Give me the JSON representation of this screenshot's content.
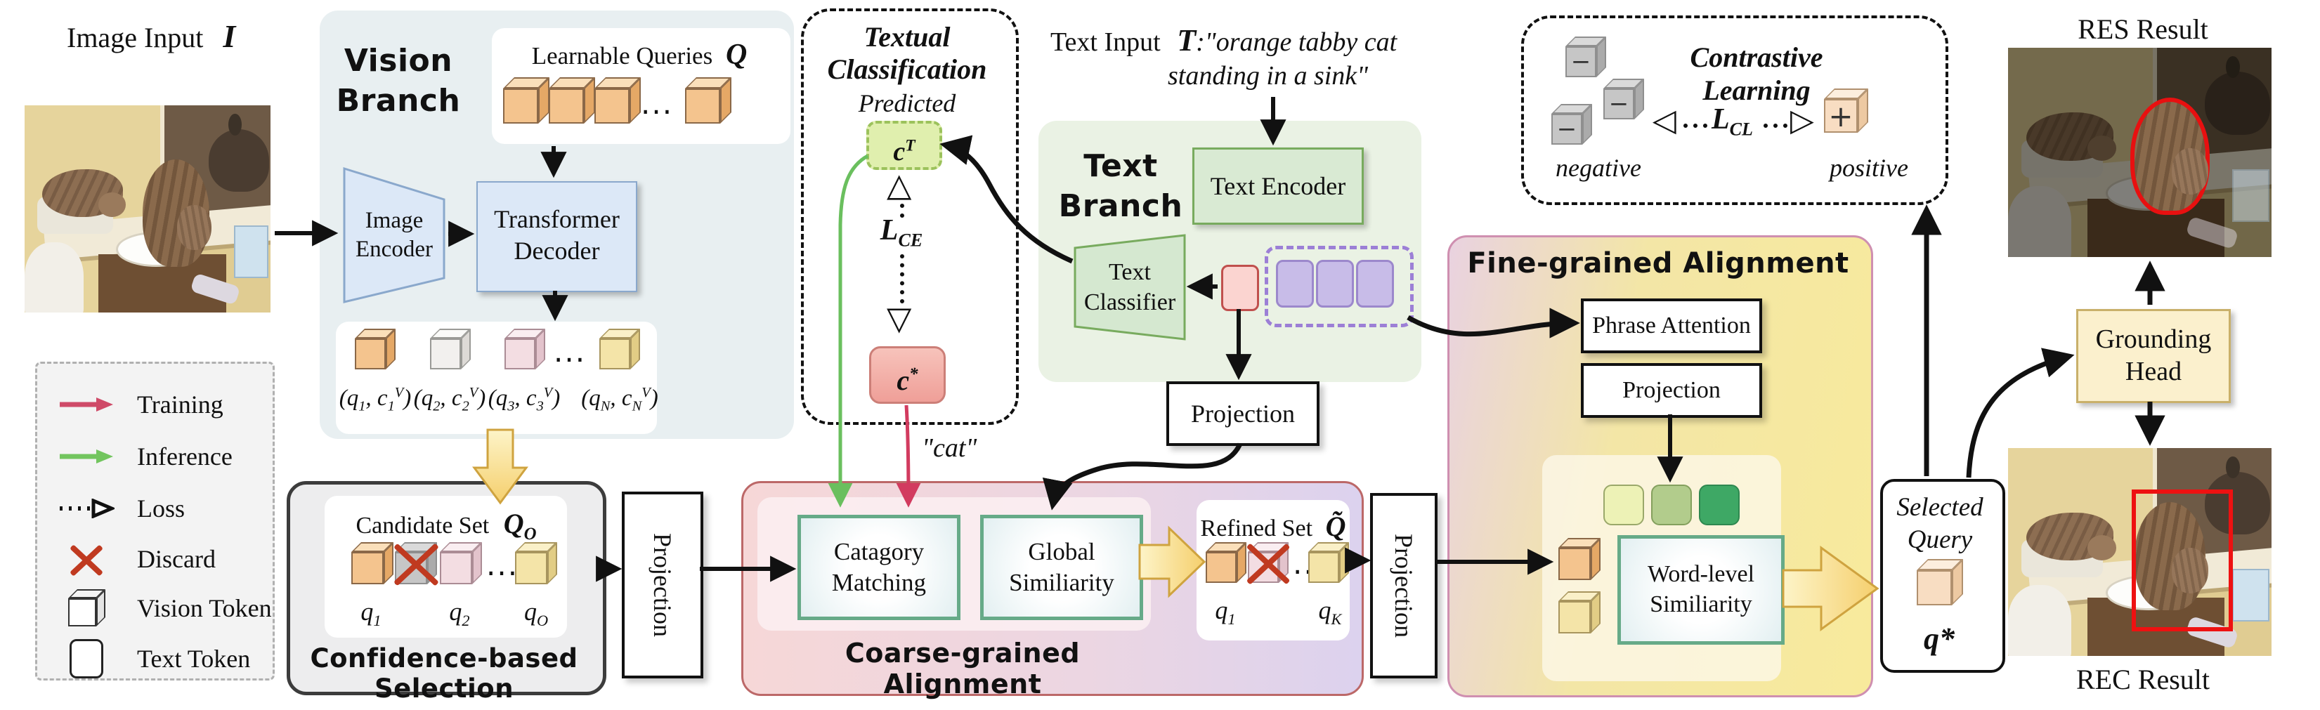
{
  "figure": {
    "type": "model-architecture-diagram"
  },
  "palette": {
    "training_arrow": "#cf4a68",
    "inference_arrow": "#72c55e",
    "discard_x": "#c03a20",
    "gold_arrow": "#f5cf6d",
    "vision_branch_bg": "#e8eff1",
    "text_branch_bg": "#eaf2e4",
    "coarse_gradient": [
      "#f6d7d7",
      "#dcd2ee"
    ],
    "fine_gradient": [
      "#e9d2e0",
      "#f8ea9c"
    ],
    "grounding_head_bg": "#fbf0cd",
    "result_highlight": "#ee1111",
    "vision_token_colors": [
      "#f4c48e",
      "#f2f0ee",
      "#f3dde2",
      "#f4e4a8"
    ],
    "text_token_pink": "#fbd4d0",
    "text_token_purple": "#c8bce8",
    "green_word_tokens": [
      "#edf2b6",
      "#b2cc8c",
      "#3ea865"
    ]
  },
  "image_input": {
    "label": "Image Input",
    "symbol": "I"
  },
  "legend": {
    "items": [
      {
        "id": "training",
        "label": "Training"
      },
      {
        "id": "inference",
        "label": "Inference"
      },
      {
        "id": "loss",
        "label": "Loss"
      },
      {
        "id": "discard",
        "label": "Discard"
      },
      {
        "id": "vision_token",
        "label": "Vision Token"
      },
      {
        "id": "text_token",
        "label": "Text Token"
      }
    ]
  },
  "vision_branch": {
    "title_line1": "Vision",
    "title_line2": "Branch",
    "learnable_queries_label": "Learnable Queries",
    "learnable_queries_symbol": "Q",
    "image_encoder_line1": "Image",
    "image_encoder_line2": "Encoder",
    "decoder_line1": "Transformer",
    "decoder_line2": "Decoder",
    "output_tokens": [
      "(q<sub>1</sub>, c<sub>1</sub><sup>V</sup>)",
      "(q<sub>2</sub>, c<sub>2</sub><sup>V</sup>)",
      "(q<sub>3</sub>, c<sub>3</sub><sup>V</sup>)",
      "(q<sub>N</sub>, c<sub>N</sub><sup>V</sup>)"
    ]
  },
  "confidence_selection": {
    "candidate_set_label": "Candidate Set",
    "candidate_set_symbol": "Q<sub>O</sub>",
    "q_labels": [
      "q<sub>1</sub>",
      "q<sub>2</sub>",
      "q<sub>O</sub>"
    ],
    "title": "Confidence-based Selection"
  },
  "projection_label": "Projection",
  "textual_classification": {
    "title_line1": "Textual",
    "title_line2": "Classification",
    "predicted": "Predicted",
    "predicted_class": "c<sup>T</sup>",
    "loss_ce": "L<sub>CE</sub>",
    "ground_truth_class": "c<sup>*</sup>",
    "word": "\"cat\""
  },
  "text_input": {
    "label": "Text Input",
    "symbol": "T",
    "colon": ":",
    "quote_line1": "\"orange tabby cat",
    "quote_line2": "standing in a sink\""
  },
  "text_branch": {
    "title_line1": "Text",
    "title_line2": "Branch",
    "text_encoder": "Text Encoder",
    "text_classifier_line1": "Text",
    "text_classifier_line2": "Classifier"
  },
  "coarse_alignment": {
    "title": "Coarse-grained Alignment",
    "category_matching_line1": "Catagory",
    "category_matching_line2": "Matching",
    "global_similarity_line1": "Global",
    "global_similarity_line2": "Similiarity",
    "refined_set_label": "Refined Set",
    "refined_set_symbol": "Q̃",
    "q_labels": [
      "q<sub>1</sub>",
      "q<sub>K</sub>"
    ]
  },
  "fine_alignment": {
    "title": "Fine-grained Alignment",
    "phrase_attention": "Phrase Attention",
    "projection": "Projection",
    "word_level_line1": "Word-level",
    "word_level_line2": "Similiarity"
  },
  "contrastive_learning": {
    "title": "Contrastive Learning",
    "loss_cl": "L<sub>CL</sub>",
    "negative_label": "negative",
    "positive_label": "positive",
    "minus_sign": "−",
    "plus_sign": "+",
    "left_tri": "◁",
    "right_tri": "▷"
  },
  "selected_query": {
    "line1": "Selected",
    "line2": "Query",
    "symbol": "q*"
  },
  "grounding_head": {
    "line1": "Grounding",
    "line2": "Head"
  },
  "results": {
    "res": "RES Result",
    "rec": "REC Result"
  },
  "ellipsis": "···",
  "loss_triangle_up": "△",
  "loss_triangle_down": "▽"
}
